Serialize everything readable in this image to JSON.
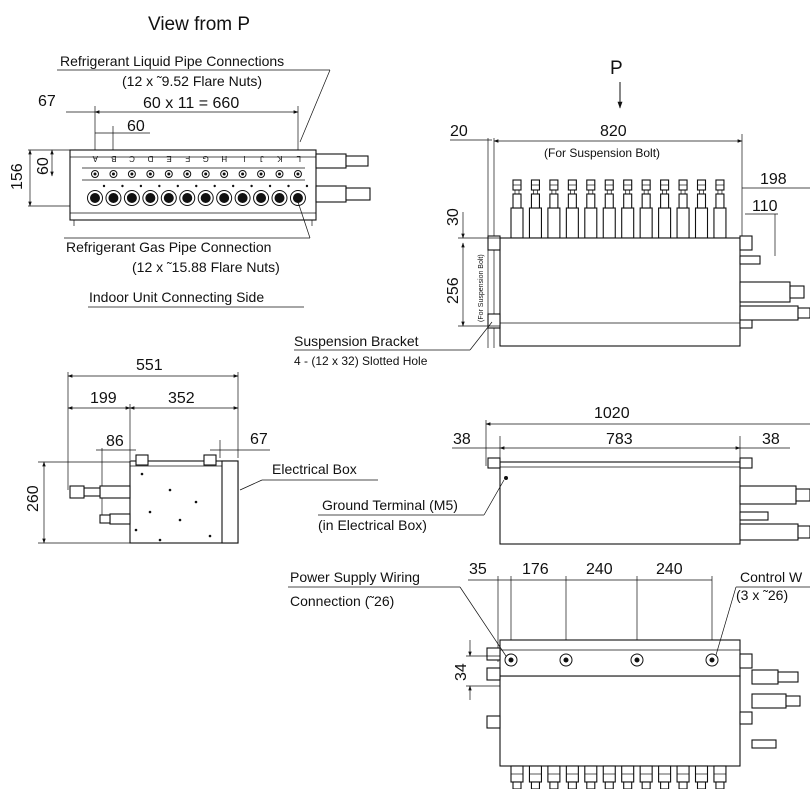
{
  "view_title": "View from P",
  "p_marker": "P",
  "top_view": {
    "liquid_label": "Refrigerant Liquid Pipe Connections",
    "liquid_spec": "(12 x ˜9.52 Flare Nuts)",
    "gas_label": "Refrigerant Gas Pipe Connection",
    "gas_spec": "(12 x ˜15.88 Flare Nuts)",
    "indoor_side": "Indoor Unit Connecting Side",
    "dims": {
      "d67": "67",
      "span": "60 x 11 = 660",
      "d60": "60",
      "h156": "156",
      "h60": "60"
    },
    "port_letters": [
      "A",
      "B",
      "C",
      "D",
      "E",
      "F",
      "G",
      "H",
      "I",
      "J",
      "K",
      "L"
    ]
  },
  "front_view": {
    "dims": {
      "d20": "20",
      "d820": "820",
      "bolt_note": "(For Suspension Bolt)",
      "d198": "198",
      "d110": "110",
      "d30": "30",
      "d256": "256",
      "bolt_note_v": "(For Suspension Bolt)"
    },
    "bracket_label": "Suspension Bracket",
    "bracket_spec": "4 - (12 x 32) Slotted Hole"
  },
  "side_view": {
    "dims": {
      "d551": "551",
      "d199": "199",
      "d352": "352",
      "d86": "86",
      "d67": "67",
      "d260": "260"
    },
    "ebox_label": "Electrical Box"
  },
  "rear_view": {
    "dims": {
      "d1020": "1020",
      "d38a": "38",
      "d783": "783",
      "d38b": "38"
    },
    "ground_label": "Ground Terminal (M5)",
    "ground_note": "(in Electrical Box)"
  },
  "bottom_view": {
    "dims": {
      "d35": "35",
      "d176": "176",
      "d240a": "240",
      "d240b": "240",
      "d34": "34"
    },
    "power_label": "Power Supply Wiring",
    "power_conn": "Connection (˜26)",
    "control_label": "Control W",
    "control_spec": "(3 x ˜26)"
  }
}
